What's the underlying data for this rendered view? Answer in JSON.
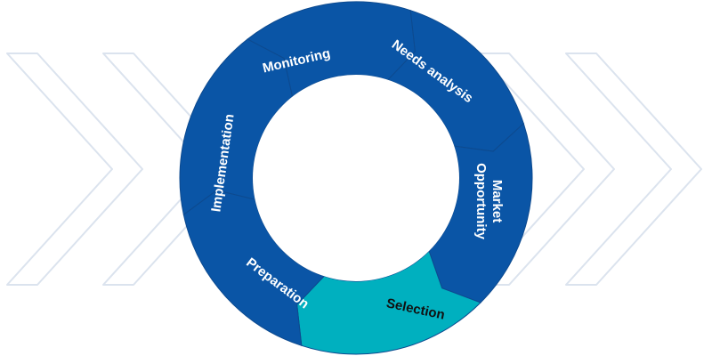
{
  "cycle": {
    "segments": [
      {
        "id": "needs-analysis",
        "label": [
          "Needs analysis"
        ],
        "fill": "#0a55a6",
        "text_color": "#ffffff",
        "active": false
      },
      {
        "id": "market-opportunity",
        "label": [
          "Market",
          "Opportunity"
        ],
        "fill": "#0a55a6",
        "text_color": "#ffffff",
        "active": false
      },
      {
        "id": "selection",
        "label": [
          "Selection"
        ],
        "fill": "#00b0bf",
        "text_color": "#111111",
        "active": true
      },
      {
        "id": "preparation",
        "label": [
          "Preparation"
        ],
        "fill": "#0a55a6",
        "text_color": "#ffffff",
        "active": false
      },
      {
        "id": "implementation",
        "label": [
          "Implementation"
        ],
        "fill": "#0a55a6",
        "text_color": "#ffffff",
        "active": false
      },
      {
        "id": "monitoring",
        "label": [
          "Monitoring"
        ],
        "fill": "#0a55a6",
        "text_color": "#ffffff",
        "active": false
      }
    ],
    "separator_color": "#0d4a8f",
    "background_chevron_color": "#dbe3ee"
  }
}
